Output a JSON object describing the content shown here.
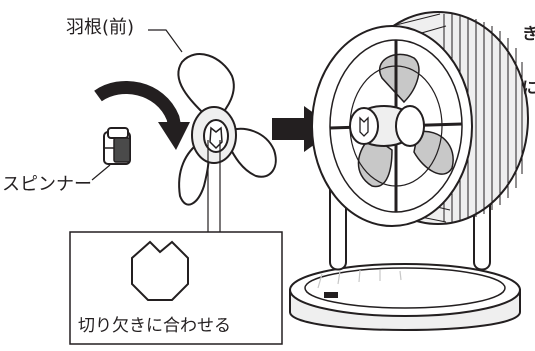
{
  "labels": {
    "front_blade": "羽根(前)",
    "spinner": "スピンナー",
    "align_notch": "切り欠きに合わせる"
  },
  "edge_text": [
    "き",
    "に"
  ],
  "colors": {
    "ink": "#231f20",
    "arrow": "#231f20",
    "fill_white": "#ffffff",
    "fill_light_gray": "#efefef",
    "fill_mid_gray": "#c8c8c8",
    "fill_dark": "#4a4a4a"
  },
  "icons": {
    "rotation_arrow": "curved-arrow-icon",
    "direction_arrow": "right-arrow-icon"
  }
}
